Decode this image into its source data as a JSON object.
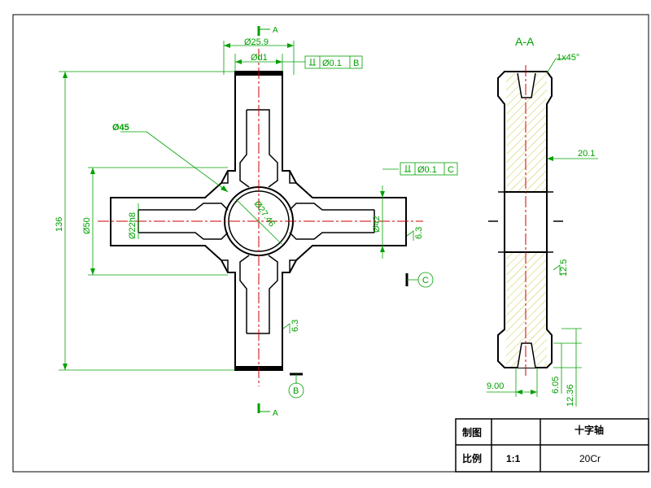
{
  "section": {
    "label": "A-A",
    "marker_top": "A",
    "marker_bottom": "A"
  },
  "dims": {
    "d25_9": "Ø25.9",
    "d1": "Ød1",
    "fcf_b": "Ø0.1",
    "fcf_b_ref": "B",
    "fcf_c": "Ø0.1",
    "fcf_c_ref": "C",
    "d45": "Ø45",
    "h136": "136",
    "d50": "Ø50",
    "d22h8": "Ø22h8",
    "d27": "Ø27.46",
    "d42": "Ø42",
    "w20_1": "20.1",
    "w9": "9.00",
    "h6_05": "6.05",
    "h12_36": "12.36",
    "rough_small": "1x45°",
    "rough_right": "12.5",
    "rough_a": "6.3",
    "rough_b": "6.3"
  },
  "datums": {
    "b": "B",
    "c": "C"
  },
  "title_block": {
    "drawn_label": "制图",
    "part_name": "十字轴",
    "scale_label": "比例",
    "scale_value": "1:1",
    "material": "20Cr"
  },
  "colors": {
    "outline": "#000000",
    "dimension": "#00a000",
    "centerline": "#cc0000",
    "hatch": "#cccc66"
  }
}
